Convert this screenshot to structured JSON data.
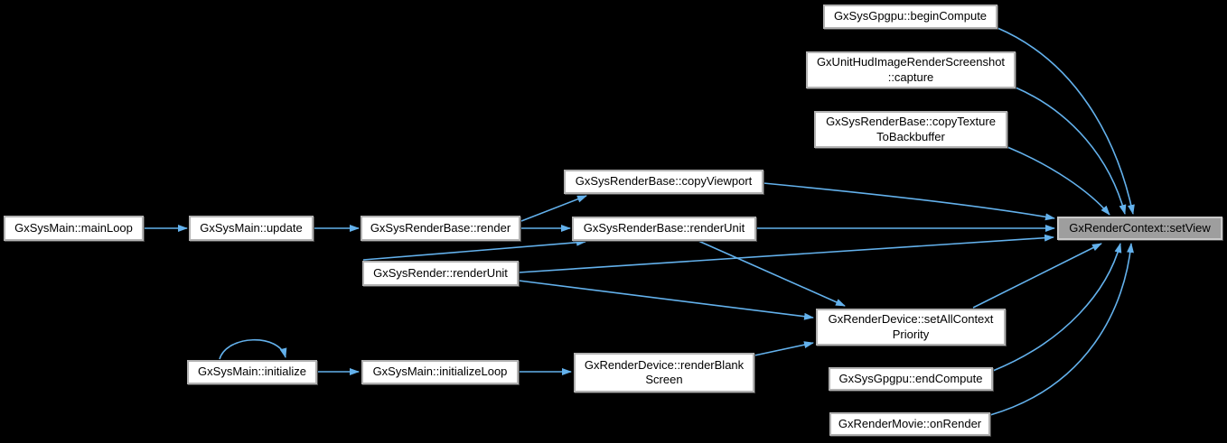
{
  "colors": {
    "background": "#000000",
    "edge": "#63b1ec",
    "node_fill": "#ffffff",
    "node_border": "#b2b2b2",
    "focus_fill": "#9e9e9e",
    "focus_border": "#c9c9c9",
    "text": "#000000"
  },
  "nodes": {
    "mainloop": {
      "lines": [
        "GxSysMain::mainLoop"
      ]
    },
    "update": {
      "lines": [
        "GxSysMain::update"
      ]
    },
    "render": {
      "lines": [
        "GxSysRenderBase::render"
      ]
    },
    "sysrender_renderunit": {
      "lines": [
        "GxSysRender::renderUnit"
      ]
    },
    "copyviewport": {
      "lines": [
        "GxSysRenderBase::copyViewport"
      ]
    },
    "renderbase_renderunit": {
      "lines": [
        "GxSysRenderBase::renderUnit"
      ]
    },
    "begincompute": {
      "lines": [
        "GxSysGpgpu::beginCompute"
      ]
    },
    "capture": {
      "lines": [
        "GxUnitHudImageRenderScreenshot",
        "::capture"
      ]
    },
    "copytexture": {
      "lines": [
        "GxSysRenderBase::copyTexture",
        "ToBackbuffer"
      ]
    },
    "setview": {
      "lines": [
        "GxRenderContext::setView"
      ]
    },
    "setallcontextpriority": {
      "lines": [
        "GxRenderDevice::setAllContext",
        "Priority"
      ]
    },
    "endcompute": {
      "lines": [
        "GxSysGpgpu::endCompute"
      ]
    },
    "onrender": {
      "lines": [
        "GxRenderMovie::onRender"
      ]
    },
    "initialize": {
      "lines": [
        "GxSysMain::initialize"
      ]
    },
    "initializeloop": {
      "lines": [
        "GxSysMain::initializeLoop"
      ]
    },
    "renderblankscreen": {
      "lines": [
        "GxRenderDevice::renderBlank",
        "Screen"
      ]
    }
  }
}
